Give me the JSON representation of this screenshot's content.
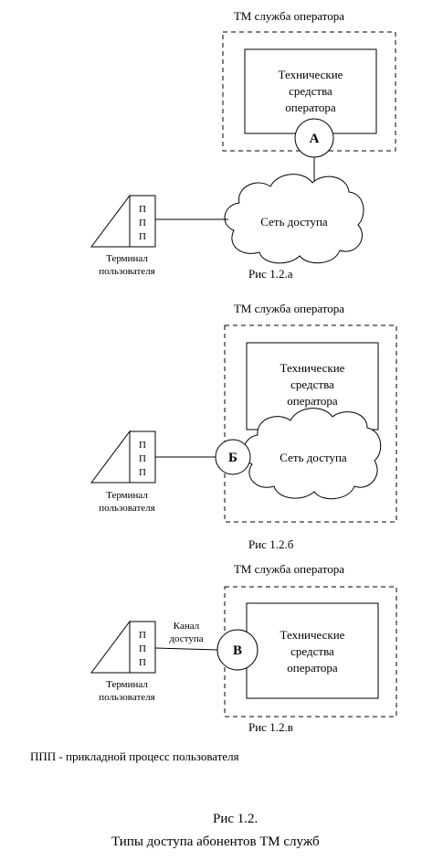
{
  "diagrams": {
    "a": {
      "zone_title": "ТМ служба оператора",
      "tech_lines": [
        "Технические",
        "средства",
        "оператора"
      ],
      "node": "А",
      "network": "Сеть доступа",
      "ppp": [
        "П",
        "П",
        "П"
      ],
      "terminal_lines": [
        "Терминал",
        "пользователя"
      ],
      "caption": "Рис 1.2.а"
    },
    "b": {
      "zone_title": "ТМ служба оператора",
      "tech_lines": [
        "Технические",
        "средства",
        "оператора"
      ],
      "node": "Б",
      "network": "Сеть доступа",
      "ppp": [
        "П",
        "П",
        "П"
      ],
      "terminal_lines": [
        "Терминал",
        "пользователя"
      ],
      "caption": "Рис 1.2.б"
    },
    "c": {
      "zone_title": "ТМ служба оператора",
      "tech_lines": [
        "Технические",
        "средства",
        "оператора"
      ],
      "node": "В",
      "channel_lines": [
        "Канал",
        "доступа"
      ],
      "ppp": [
        "П",
        "П",
        "П"
      ],
      "terminal_lines": [
        "Терминал",
        "пользователя"
      ],
      "caption": "Рис 1.2.в"
    }
  },
  "legend": "ППП - прикладной процесс пользователя",
  "figure": {
    "number": "Рис 1.2.",
    "title": "Типы доступа абонентов ТМ служб"
  }
}
